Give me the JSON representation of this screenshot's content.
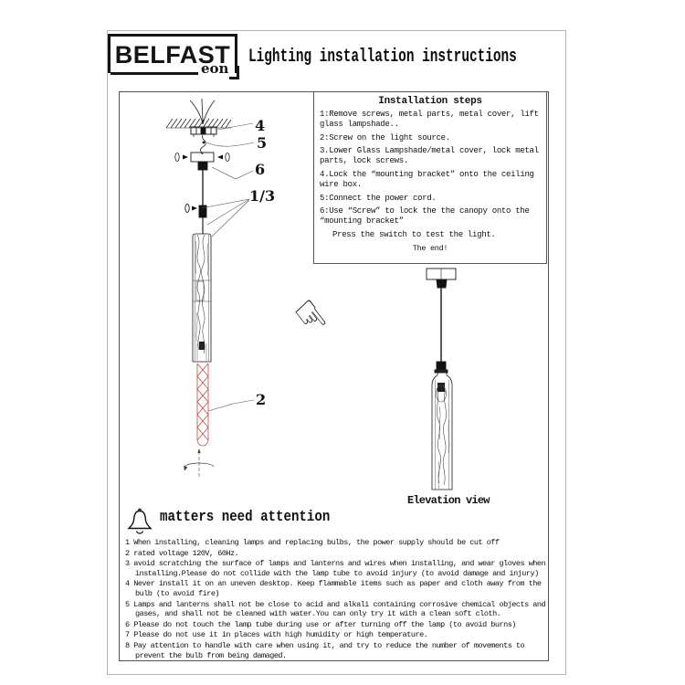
{
  "header": {
    "brand": "BELFAST",
    "brand_sub": "eon",
    "title": "Lighting installation instructions"
  },
  "steps_panel": {
    "title": "Installation steps",
    "steps": [
      "1:Remove screws, metal parts, metal cover, lift glass lampshade..",
      "2:Screw on the light source.",
      "3.Lower Glass Lampshade/metal cover, lock metal parts, lock screws.",
      "4.Lock the “mounting bracket” onto the ceiling wire box.",
      "5:Connect the power cord.",
      "6:Use “Screw”  to lock the  the canopy onto the “mounting bracket”",
      "Press the switch to test the light."
    ],
    "end_note": "The end!"
  },
  "diagram": {
    "callouts": [
      "4",
      "5",
      "6",
      "1/3",
      "2"
    ],
    "elevation_label": "Elevation view",
    "line_color": "#1a1a1a",
    "tube_red": "#bf4a42"
  },
  "attention": {
    "title": "matters need attention",
    "items": [
      {
        "num": "1",
        "text": "When installing, cleaning lamps and replacing bulbs, the power supply should be cut off"
      },
      {
        "num": "2",
        "text": "rated voltage 120V, 60Hz."
      },
      {
        "num": "3",
        "text": "avoid scratching the surface of lamps and lanterns and wires when installing, and wear gloves when installing.Please do not collide with the lamp tube to avoid injury (to avoid damage and injury)"
      },
      {
        "num": "4",
        "text": "Never install it on an uneven desktop. Keep flammable items such as paper and cloth away from the bulb (to avoid fire)"
      },
      {
        "num": "5",
        "text": "Lamps and lanterns shall not be close to acid and alkali containing corrosive chemical objects and gases, and shall not be cleaned with water.You can only try it with a clean soft cloth."
      },
      {
        "num": "6",
        "text": "Please do not touch the lamp tube during use or after turning off the lamp (to avoid burns)"
      },
      {
        "num": "7",
        "text": "Please do not use it in places with high humidity or high temperature."
      },
      {
        "num": "8",
        "text": "Pay attention to handle with care when using it, and try to reduce the number of movements to prevent the bulb from being damaged."
      }
    ]
  }
}
